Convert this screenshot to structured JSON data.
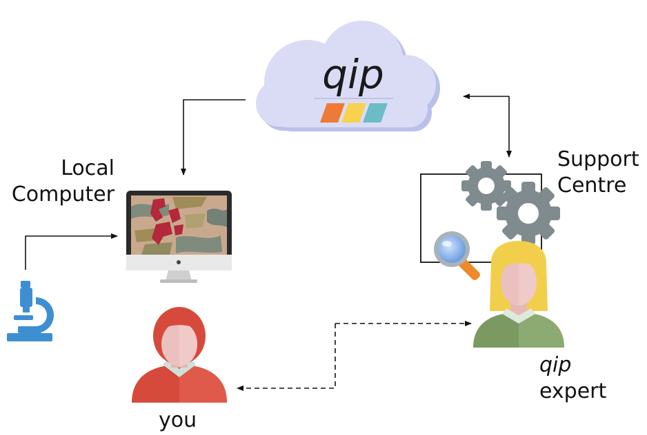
{
  "cloud": {
    "brand": "qip",
    "stripe_colors": [
      "#ee7a35",
      "#f8d24e",
      "#6bbcc6"
    ]
  },
  "nodes": {
    "local_computer": {
      "line1": "Local",
      "line2": "Computer"
    },
    "support_centre": {
      "line1": "Support",
      "line2": "Centre"
    },
    "expert": {
      "brand": "qip",
      "label": "expert"
    },
    "you": {
      "label": "you"
    }
  },
  "icons": [
    "cloud-icon",
    "monitor-icon",
    "microscope-icon",
    "gear-icon",
    "magnifier-icon",
    "user-icon",
    "expert-user-icon"
  ],
  "colors": {
    "cloud_fill": "#d9dcf5",
    "cloud_shadow": "#b7bfe8",
    "brand_text": "#1a1a1a",
    "you_red": "#d64a3c",
    "expert_green": "#7a9a62",
    "expert_hair": "#f2cf4a",
    "gear": "#7f8b8f",
    "microscope": "#3e8fd2",
    "arrow": "#111111"
  }
}
